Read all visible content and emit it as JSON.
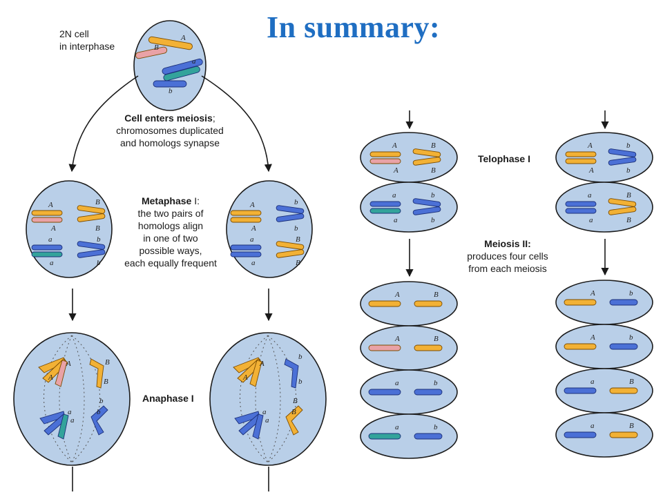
{
  "title": "In summary:",
  "labels": {
    "interphase": [
      "2N cell",
      "in interphase"
    ],
    "enter_bold": "Cell enters meiosis",
    "enter_rest": ";",
    "enter_lines": [
      "chromosomes duplicated",
      "and homologs synapse"
    ],
    "metaphase_bold": "Metaphase",
    "metaphase_numeral": " I:",
    "metaphase_lines": [
      "the two pairs of",
      "homologs align",
      "in one of two",
      "possible ways,",
      "each equally frequent"
    ],
    "anaphase": "Anaphase I",
    "telophase": "Telophase I",
    "meiosis2_bold": "Meiosis II:",
    "meiosis2_lines": [
      "produces four cells",
      "from each meiosis"
    ]
  },
  "colors": {
    "cell_fill": "#b9cfe8",
    "chromosome_A": "#f2b135",
    "chromosome_a": "#4b70d6",
    "title": "#1f6ec2"
  }
}
